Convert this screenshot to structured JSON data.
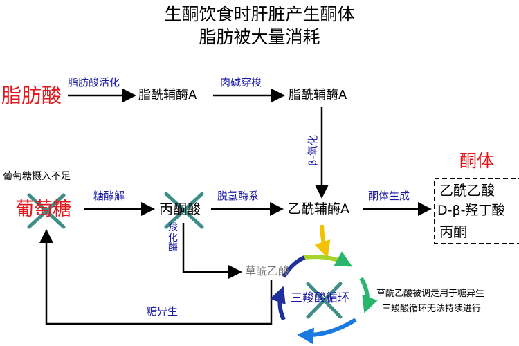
{
  "title": {
    "line1": "生酮饮食时肝脏产生酮体",
    "line2": "脂肪被大量消耗"
  },
  "nodes": {
    "fatty_acid": "脂肪酸",
    "acyl_coa_1": "脂酰辅酶A",
    "acyl_coa_2": "脂酰辅酶A",
    "glucose": "葡萄糖",
    "pyruvate": "丙酮酸",
    "acetyl_coa": "乙酰辅酶A",
    "oxaloacetate": "草酰乙酸",
    "tca": "三羧酸循环",
    "ketone_title": "酮体",
    "ketones": [
      "乙酰乙酸",
      "D-β-羟丁酸",
      "丙酮"
    ]
  },
  "edges": {
    "fatty_acid_activation": "脂肪酸活化",
    "carnitine_shuttle": "肉碱穿梭",
    "beta_oxidation": "β-氧化",
    "glycolysis": "糖酵解",
    "pdh": "脱氢酶系",
    "ketogenesis": "酮体生成",
    "carboxylase": "羧化酶",
    "gluconeogenesis": "糖异生"
  },
  "notes": {
    "glucose_insufficient": "葡萄糖摄入不足",
    "oaa_note_1": "草酰乙酸被调走用于糖异生",
    "oaa_note_2": "三羧酸循环无法持续进行"
  },
  "colors": {
    "text": "#000000",
    "edge_label": "#1a1aa6",
    "highlight": "#e3161c",
    "cross": "#1d7a72",
    "oxaloacetate": "#777777",
    "cycle": [
      "#f2c200",
      "#a6d42a",
      "#2ab56c",
      "#1a7ae0",
      "#1f2f9e"
    ]
  }
}
